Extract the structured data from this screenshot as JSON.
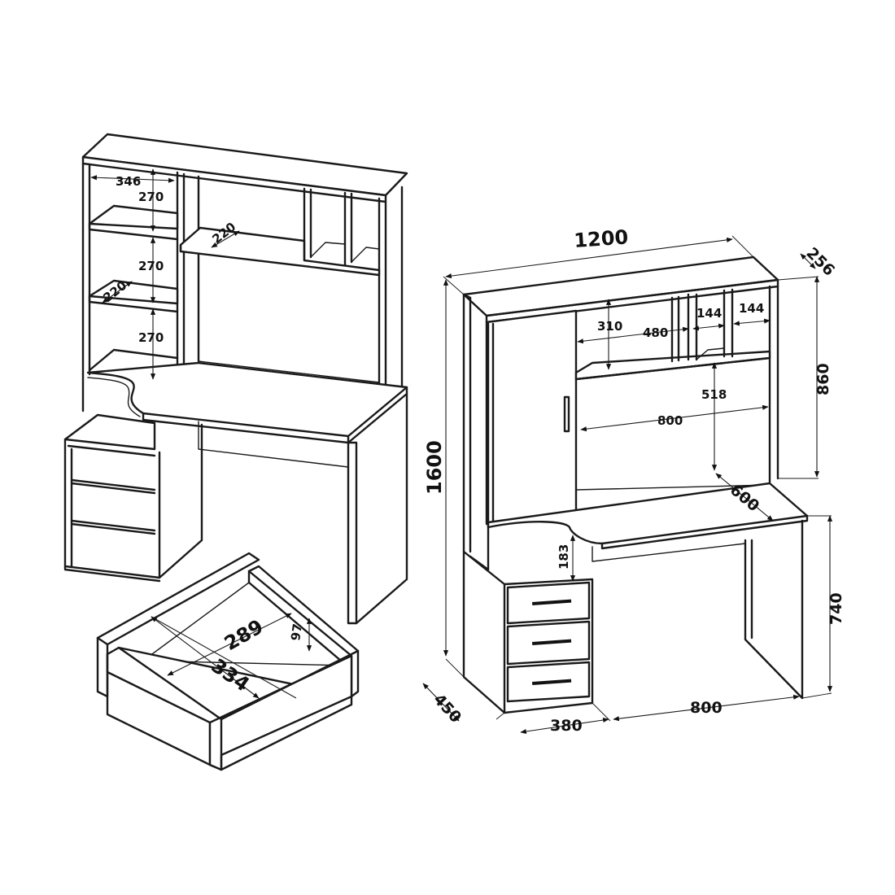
{
  "hutch": {
    "d346": "346",
    "d270a": "270",
    "d270b": "270",
    "d270c": "270",
    "d220a": "220",
    "d220b": "220"
  },
  "drawer": {
    "d289": "289",
    "d334": "334",
    "d97": "97"
  },
  "desk": {
    "d1200": "1200",
    "d256": "256",
    "d1600": "1600",
    "d860": "860",
    "d310": "310",
    "d480": "480",
    "d144a": "144",
    "d144b": "144",
    "d518": "518",
    "d800top": "800",
    "d600": "600",
    "d183": "183",
    "d740": "740",
    "d450": "450",
    "d380": "380",
    "d800bottom": "800"
  }
}
